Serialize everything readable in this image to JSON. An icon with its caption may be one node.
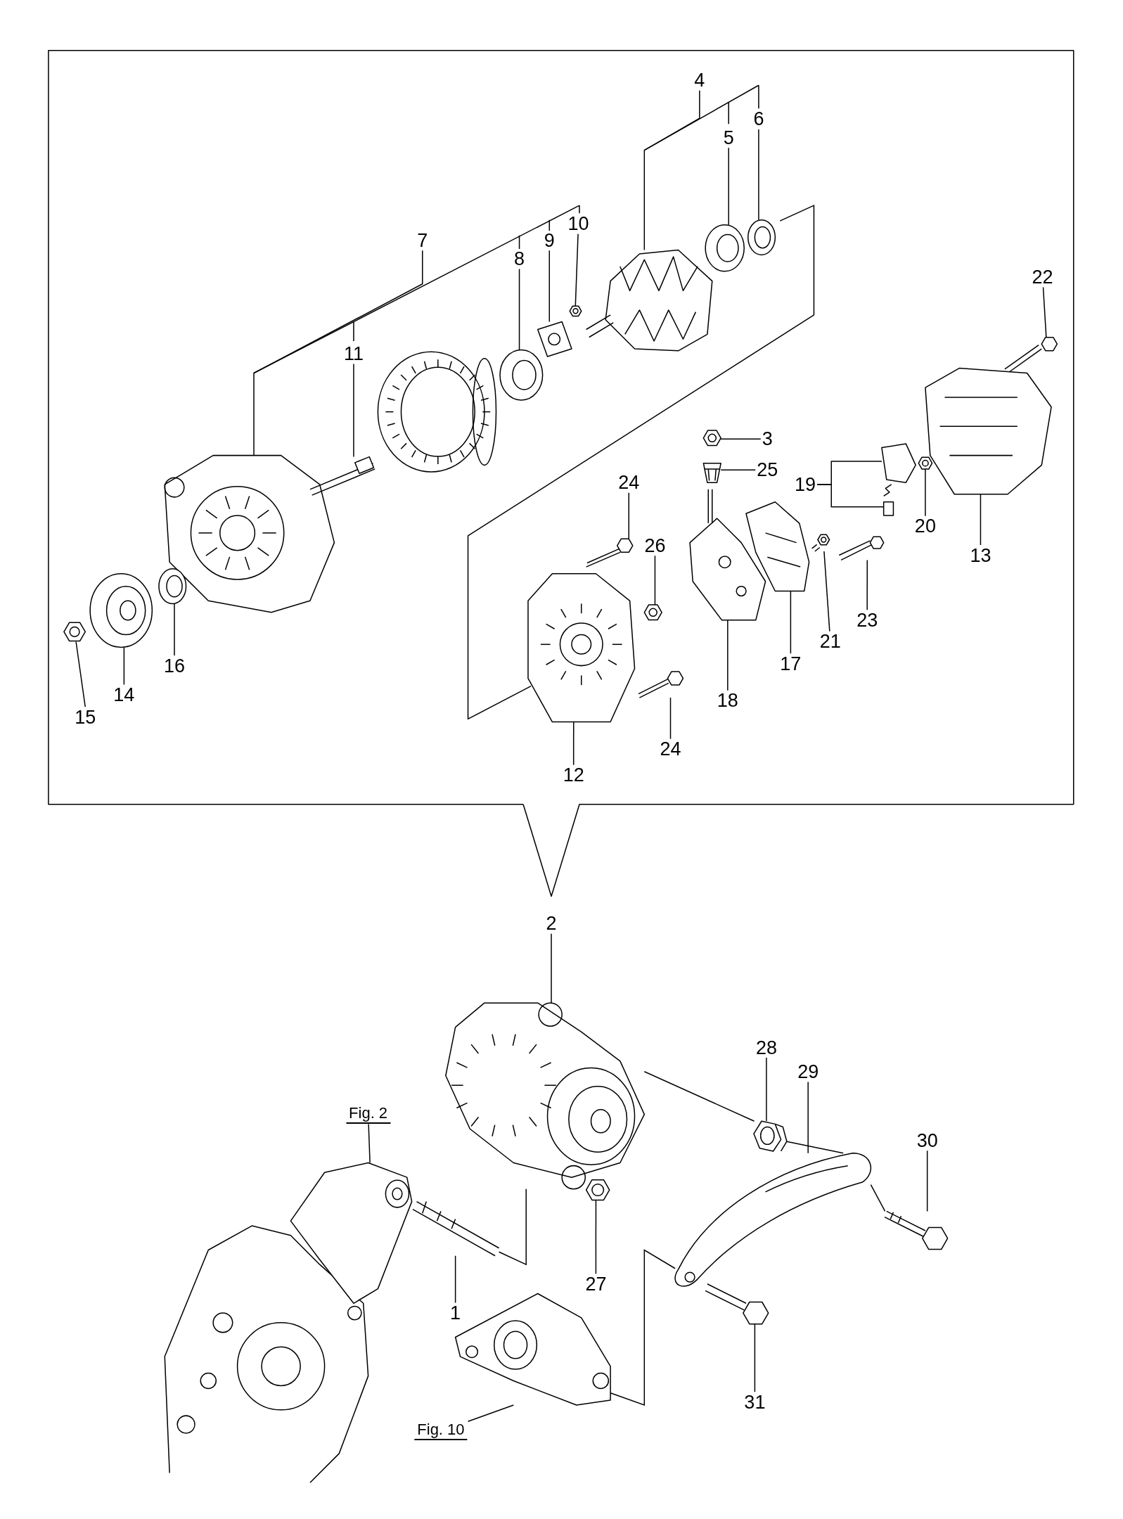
{
  "diagram": {
    "nodes": [
      {
        "text": [
          "4"
        ]
      },
      {
        "text": [
          "6"
        ]
      },
      {
        "text": [
          "5"
        ]
      },
      {
        "text": [
          "10"
        ]
      },
      {
        "text": [
          "7"
        ]
      },
      {
        "text": [
          "9"
        ]
      },
      {
        "text": [
          "8"
        ]
      },
      {
        "text": [
          "22"
        ]
      },
      {
        "text": [
          "11"
        ]
      },
      {
        "text": [
          "3"
        ]
      },
      {
        "text": [
          "25"
        ]
      },
      {
        "text": [
          "19"
        ]
      },
      {
        "text": [
          "24"
        ]
      },
      {
        "text": [
          "26"
        ]
      },
      {
        "text": [
          "20"
        ]
      },
      {
        "text": [
          "13"
        ]
      },
      {
        "text": [
          "21"
        ]
      },
      {
        "text": [
          "23"
        ]
      },
      {
        "text": [
          "16"
        ]
      },
      {
        "text": [
          "17"
        ]
      },
      {
        "text": [
          "14"
        ]
      },
      {
        "text": [
          "18"
        ]
      },
      {
        "text": [
          "15"
        ]
      },
      {
        "text": [
          "24"
        ]
      },
      {
        "text": [
          "12"
        ]
      },
      {
        "text": [
          "2"
        ]
      },
      {
        "text": [
          "28"
        ]
      },
      {
        "text": [
          "29"
        ]
      },
      {
        "text": [
          "Fig. 2"
        ]
      },
      {
        "text": [
          "30"
        ]
      },
      {
        "text": [
          "27"
        ]
      },
      {
        "text": [
          "1"
        ]
      },
      {
        "text": [
          "31"
        ]
      },
      {
        "text": [
          "Fig. 10"
        ]
      },
      {
        "text": [],
        "shape": "picture"
      },
      {
        "text": [],
        "shape": "picture"
      },
      {
        "text": [],
        "shape": "picture"
      },
      {
        "text": [],
        "shape": "picture"
      },
      {
        "text": [],
        "shape": "picture"
      },
      {
        "text": [],
        "shape": "picture"
      },
      {
        "text": [],
        "shape": "picture"
      },
      {
        "text": [],
        "shape": "picture"
      },
      {
        "text": [],
        "shape": "picture"
      },
      {
        "text": [],
        "shape": "picture"
      },
      {
        "text": [],
        "shape": "picture"
      },
      {
        "text": [],
        "shape": "picture"
      },
      {
        "text": [],
        "shape": "picture"
      },
      {
        "text": [],
        "shape": "picture"
      },
      {
        "text": [],
        "shape": "picture"
      },
      {
        "text": [],
        "shape": "picture"
      },
      {
        "text": [],
        "shape": "picture"
      },
      {
        "text": [],
        "shape": "picture"
      },
      {
        "text": [],
        "shape": "picture"
      },
      {
        "text": [],
        "shape": "picture"
      },
      {
        "text": [],
        "shape": "picture"
      },
      {
        "text": [],
        "shape": "picture"
      },
      {
        "text": [],
        "shape": "picture"
      },
      {
        "text": [],
        "shape": "picture"
      },
      {
        "text": [],
        "shape": "picture"
      },
      {
        "text": [],
        "shape": "picture"
      },
      {
        "text": [],
        "shape": "picture"
      },
      {
        "text": [],
        "shape": "picture"
      },
      {
        "text": [],
        "shape": "picture"
      },
      {
        "text": [],
        "shape": "picture"
      },
      {
        "text": [],
        "shape": "picture"
      },
      {
        "text": [],
        "shape": "picture"
      },
      {
        "text": [],
        "shape": "picture"
      },
      {
        "text": [],
        "shape": "picture"
      },
      {
        "text": [],
        "shape": "picture"
      }
    ],
    "edges": [
      {
        "from": 0,
        "to": 34,
        "arrow": "none"
      },
      {
        "from": 1,
        "to": 35,
        "arrow": "none"
      },
      {
        "from": 2,
        "to": 36,
        "arrow": "none"
      },
      {
        "from": 3,
        "to": 37,
        "arrow": "none"
      },
      {
        "from": 4,
        "to": 38,
        "arrow": "none"
      },
      {
        "from": 5,
        "to": 39,
        "arrow": "none"
      },
      {
        "from": 6,
        "to": 40,
        "arrow": "none"
      },
      {
        "from": 7,
        "to": 41,
        "arrow": "none"
      },
      {
        "from": 8,
        "to": 42,
        "arrow": "none"
      },
      {
        "from": 9,
        "to": 43,
        "arrow": "none"
      },
      {
        "from": 10,
        "to": 44,
        "arrow": "none"
      },
      {
        "from": 11,
        "to": 45,
        "arrow": "none"
      },
      {
        "from": 11,
        "to": 46,
        "arrow": "none"
      },
      {
        "from": 12,
        "to": 47,
        "arrow": "none"
      },
      {
        "from": 13,
        "to": 48,
        "arrow": "none"
      },
      {
        "from": 14,
        "to": 49,
        "arrow": "none"
      },
      {
        "from": 15,
        "to": 50,
        "arrow": "none"
      },
      {
        "from": 16,
        "to": 51,
        "arrow": "none"
      },
      {
        "from": 17,
        "to": 52,
        "arrow": "none"
      },
      {
        "from": 18,
        "to": 53,
        "arrow": "none"
      },
      {
        "from": 19,
        "to": 54,
        "arrow": "none"
      },
      {
        "from": 20,
        "to": 55,
        "arrow": "none"
      },
      {
        "from": 21,
        "to": 56,
        "arrow": "none"
      },
      {
        "from": 22,
        "to": 57,
        "arrow": "none"
      },
      {
        "from": 23,
        "to": 58,
        "arrow": "none"
      },
      {
        "from": 24,
        "to": 59,
        "arrow": "none"
      },
      {
        "from": 25,
        "to": 60,
        "arrow": "none"
      },
      {
        "from": 26,
        "to": 61,
        "arrow": "none"
      },
      {
        "from": 27,
        "to": 62,
        "arrow": "none"
      },
      {
        "from": 28,
        "to": 63,
        "arrow": "none"
      },
      {
        "from": 29,
        "to": 64,
        "arrow": "none"
      },
      {
        "from": 30,
        "to": 65,
        "arrow": "none"
      },
      {
        "from": 31,
        "to": 66,
        "arrow": "none"
      },
      {
        "from": 32,
        "to": 67,
        "arrow": "none"
      },
      {
        "from": 33,
        "to": 68,
        "arrow": "none"
      },
      {
        "from": 60,
        "to": 61,
        "arrow": "none"
      },
      {
        "from": 61,
        "to": 62,
        "arrow": "none"
      },
      {
        "from": 62,
        "to": 64,
        "arrow": "none"
      },
      {
        "from": 66,
        "to": 60,
        "arrow": "none"
      },
      {
        "from": 68,
        "to": 62,
        "arrow": "none"
      }
    ]
  }
}
